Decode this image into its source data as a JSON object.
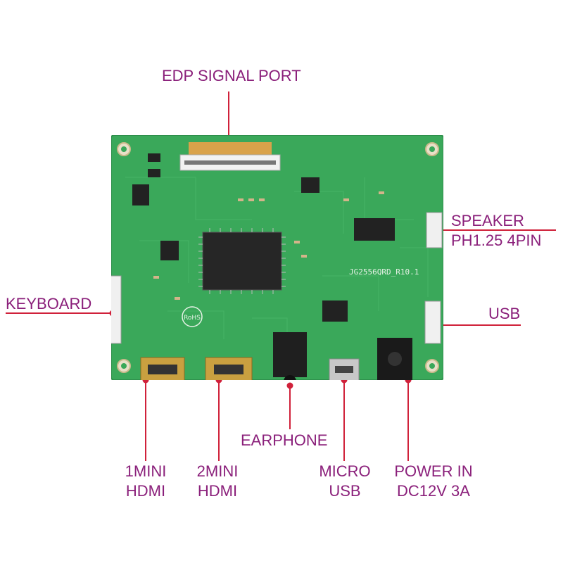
{
  "labels": {
    "edp_signal_port": "EDP SIGNAL PORT",
    "speaker_line1": "SPEAKER",
    "speaker_line2": "PH1.25 4PIN",
    "keyboard": "KEYBOARD",
    "usb": "USB",
    "earphone": "EARPHONE",
    "mini_hdmi_1_line1": "1MINI",
    "mini_hdmi_1_line2": "HDMI",
    "mini_hdmi_2_line1": "2MINI",
    "mini_hdmi_2_line2": "HDMI",
    "micro_usb_line1": "MICRO",
    "micro_usb_line2": "USB",
    "power_in_line1": "POWER IN",
    "power_in_line2": "DC12V 3A"
  },
  "board_markings": {
    "model": "JG2556QRD_R10.1",
    "rohs": "RoHS"
  },
  "colors": {
    "label_text": "#8a1f7a",
    "leader_line": "#d0213a",
    "pcb_green": "#3aa85a",
    "pcb_edge": "#2e8f4b"
  }
}
